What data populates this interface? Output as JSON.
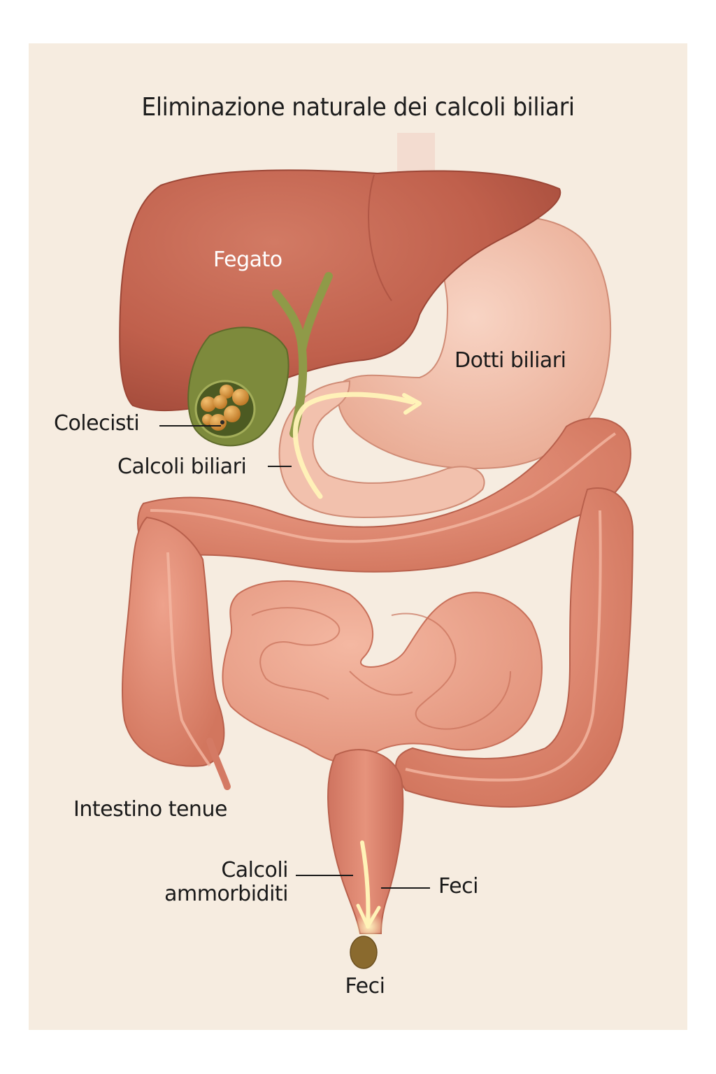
{
  "title": "Eliminazione naturale dei calcoli biliari",
  "labels": {
    "liver": "Fegato",
    "bile_ducts": "Dotti biliari",
    "gallbladder": "Colecisti",
    "gallstones": "Calcoli biliari",
    "small_intestine": "Intestino tenue",
    "softened_stones_line1": "Calcoli",
    "softened_stones_line2": "ammorbiditi",
    "feces_side": "Feci",
    "feces_bottom": "Feci"
  },
  "colors": {
    "background": "#f6ece0",
    "liver": "#c0604c",
    "liver_dark": "#a24a3a",
    "stomach": "#f0b9a3",
    "intestine": "#e08a74",
    "intestine_dark": "#b8604c",
    "gallbladder": "#7d8a3c",
    "gallstone": "#d9973e",
    "bile_flow": "#fff3b8",
    "stone_out": "#8a6a2e"
  },
  "gallstone_count": 8
}
